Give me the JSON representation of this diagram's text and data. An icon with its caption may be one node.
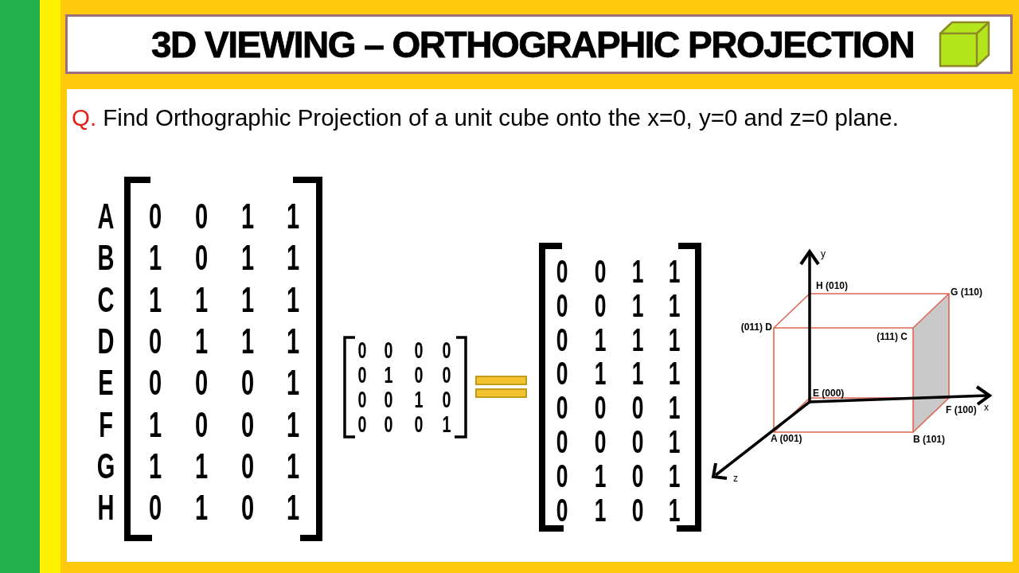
{
  "diagram": {
    "title": "3D VIEWING – ORTHOGRAPHIC PROJECTION",
    "labels": [
      "Q. Find Orthographic Projection of a unit cube onto the x=0, y=0 and z=0 plane.",
      "A",
      "0",
      "0",
      "1",
      "1",
      "B",
      "1",
      "0",
      "1",
      "1",
      "C",
      "1",
      "1",
      "1",
      "1",
      "D",
      "0",
      "1",
      "1",
      "1",
      "E",
      "0",
      "0",
      "0",
      "1",
      "F",
      "1",
      "0",
      "0",
      "1",
      "G",
      "1",
      "1",
      "0",
      "1",
      "H",
      "0",
      "1",
      "0",
      "1",
      "0",
      "0",
      "0",
      "0",
      "0",
      "1",
      "0",
      "0",
      "0",
      "0",
      "1",
      "0",
      "0",
      "0",
      "0",
      "1",
      "0",
      "0",
      "1",
      "1",
      "0",
      "0",
      "1",
      "1",
      "0",
      "1",
      "1",
      "1",
      "0",
      "1",
      "1",
      "1",
      "0",
      "0",
      "0",
      "1",
      "0",
      "0",
      "0",
      "1",
      "0",
      "1",
      "0",
      "1",
      "0",
      "1",
      "0",
      "1",
      "y",
      "H (010)",
      "G (110)",
      "(011) D",
      "(111) C",
      "E (000)",
      "F (100)",
      "x",
      "A (001)",
      "B (101)",
      "z"
    ]
  }
}
